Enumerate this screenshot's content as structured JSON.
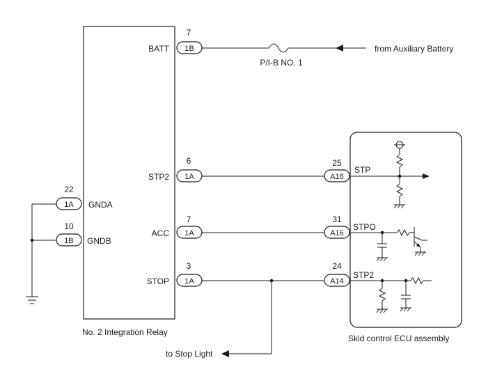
{
  "relay": {
    "name": "No. 2 Integration Relay",
    "terminals": {
      "batt": {
        "label": "BATT",
        "pin": "7",
        "connector": "1B"
      },
      "stp2": {
        "label": "STP2",
        "pin": "6",
        "connector": "1A"
      },
      "acc": {
        "label": "ACC",
        "pin": "7",
        "connector": "1A"
      },
      "stop": {
        "label": "STOP",
        "pin": "3",
        "connector": "1A"
      },
      "gnda": {
        "label": "GNDA",
        "pin": "22",
        "connector": "1A"
      },
      "gndb": {
        "label": "GNDB",
        "pin": "10",
        "connector": "1B"
      }
    }
  },
  "ecu": {
    "name": "Skid control ECU assembly",
    "terminals": {
      "stp": {
        "label": "STP",
        "pin": "25",
        "connector": "A16"
      },
      "stpo": {
        "label": "STPO",
        "pin": "31",
        "connector": "A16"
      },
      "stp2": {
        "label": "STP2",
        "pin": "24",
        "connector": "A14"
      }
    }
  },
  "fuse": {
    "label": "P/I-B NO. 1"
  },
  "source": {
    "label": "from Auxiliary Battery"
  },
  "output": {
    "label": "to Stop Light"
  }
}
